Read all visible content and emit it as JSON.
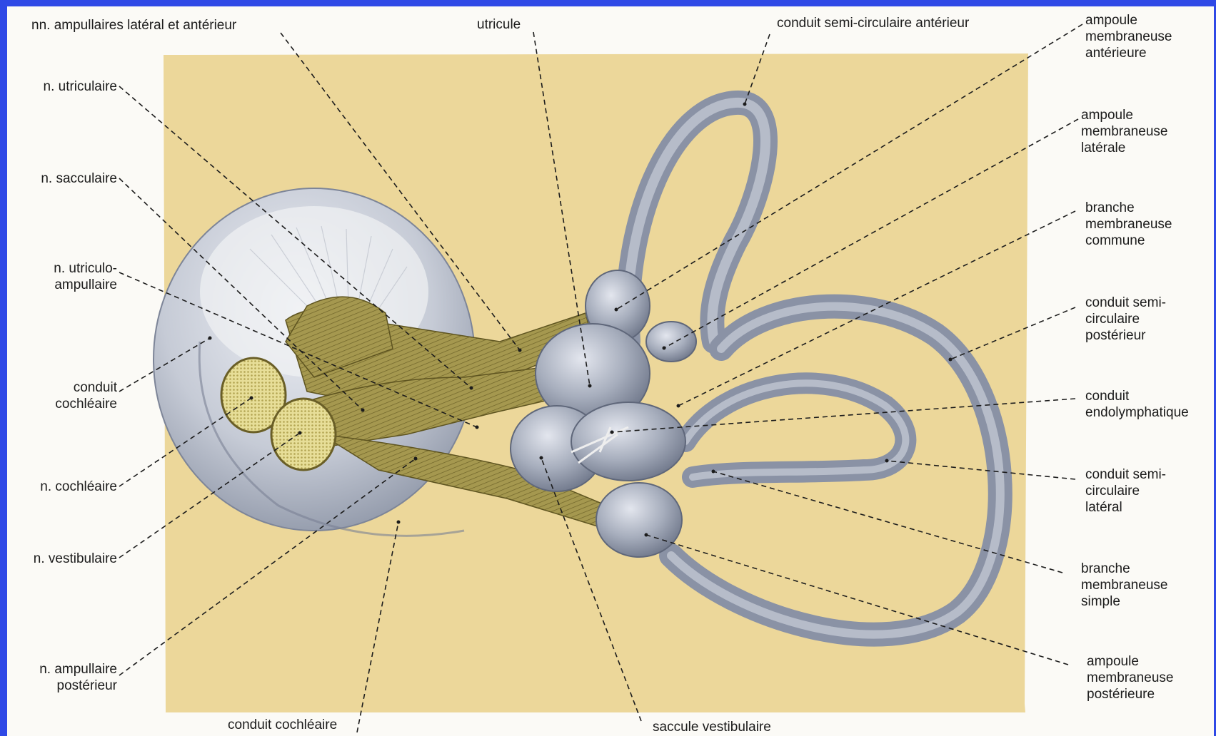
{
  "diagram": {
    "labels": {
      "nn_ampullaires": "nn. ampullaires latéral et antérieur",
      "utricule": "utricule",
      "conduit_anterieur": "conduit semi-circulaire antérieur",
      "ampoule_anterieure": "ampoule\nmembraneuse\nantérieure",
      "n_utriculaire": "n. utriculaire",
      "ampoule_laterale": "ampoule\nmembraneuse\nlatérale",
      "n_sacculaire": "n. sacculaire",
      "branche_commune": "branche\nmembraneuse\ncommune",
      "n_utriculo_ampullaire": "n. utriculo-\nampullaire",
      "conduit_posterieur": "conduit semi-\ncirculaire\npostérieur",
      "conduit_cochleaire_left": "conduit\ncochléaire",
      "conduit_endolymphatique": "conduit\nendolymphatique",
      "n_cochleaire": "n. cochléaire",
      "conduit_lateral": "conduit semi-\ncirculaire\nlatéral",
      "n_vestibulaire": "n. vestibulaire",
      "branche_simple": "branche\nmembraneuse\nsimple",
      "n_ampullaire_posterieur": "n. ampullaire\npostérieur",
      "ampoule_posterieure": "ampoule\nmembraneuse\npostérieure",
      "conduit_cochleaire_bottom": "conduit cochléaire",
      "saccule": "saccule vestibulaire"
    },
    "colors": {
      "frame": "#2f49e6",
      "panel": "#ecd79a",
      "membrane": "#9aa3b3",
      "nerve": "#a89b55"
    }
  }
}
